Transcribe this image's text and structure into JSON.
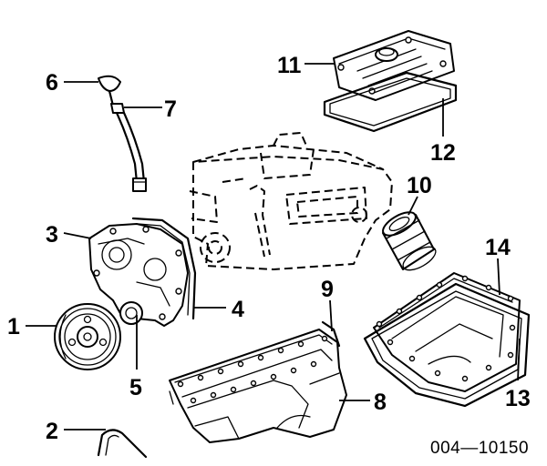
{
  "diagram": {
    "document_number": "004—10150",
    "callouts": [
      {
        "id": "1",
        "label": "1"
      },
      {
        "id": "2",
        "label": "2"
      },
      {
        "id": "3",
        "label": "3"
      },
      {
        "id": "4",
        "label": "4"
      },
      {
        "id": "5",
        "label": "5"
      },
      {
        "id": "6",
        "label": "6"
      },
      {
        "id": "7",
        "label": "7"
      },
      {
        "id": "8",
        "label": "8"
      },
      {
        "id": "9",
        "label": "9"
      },
      {
        "id": "10",
        "label": "10"
      },
      {
        "id": "11",
        "label": "11"
      },
      {
        "id": "12",
        "label": "12"
      },
      {
        "id": "13",
        "label": "13"
      },
      {
        "id": "14",
        "label": "14"
      }
    ]
  }
}
